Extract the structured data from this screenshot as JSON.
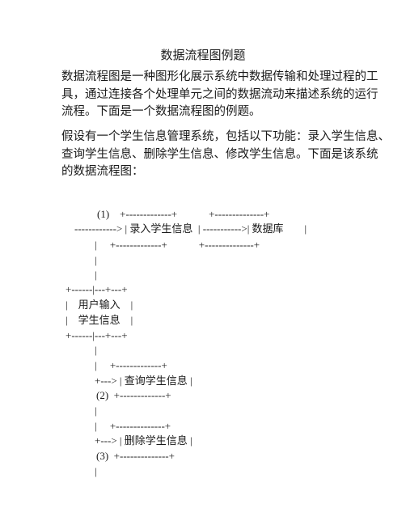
{
  "title": "数据流程图例题",
  "intro": [
    "数据流程图是一种图形化展示系统中数据传输和处理过程的工",
    "具，通过连接各个处理单元之间的数据流动来描述系统的运行",
    "流程。下面是一个数据流程图的例题。"
  ],
  "scenario": [
    "假设有一个学生信息管理系统，包括以下功能：录入学生信息、",
    "查询学生信息、删除学生信息、修改学生信息。下面是该系统",
    "的数据流程图："
  ],
  "diagram_lines": [
    "(1)    +-------------+            +--------------+",
    "------------> | 录入学生信息  | ----------->| 数据库        |",
    "|     +-------------+            +--------------+",
    "|",
    "|",
    "+------|---+---+",
    "|    用户输入    |",
    "|    学生信息    |",
    "+------|---+---+",
    "|",
    "|     +-------------+",
    "+---> | 查询学生信息 |",
    "(2)  +-------------+",
    "|",
    "|     +--------------+",
    "+---> | 删除学生信息 |",
    "(3)  +--------------+",
    "|"
  ]
}
